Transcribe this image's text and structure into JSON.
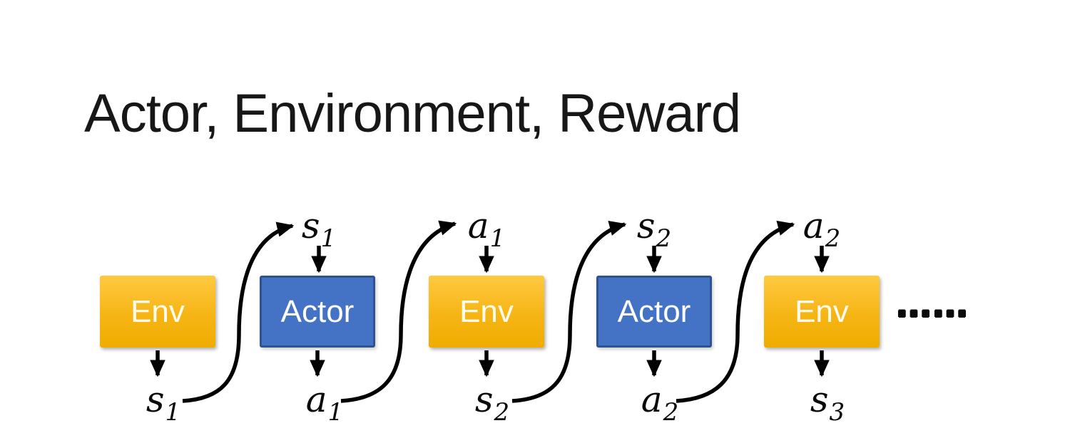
{
  "title": "Actor, Environment, Reward",
  "diagram": {
    "boxes": [
      {
        "id": "env-1",
        "label": "Env",
        "type": "env"
      },
      {
        "id": "actor-1",
        "label": "Actor",
        "type": "actor"
      },
      {
        "id": "env-2",
        "label": "Env",
        "type": "env"
      },
      {
        "id": "actor-2",
        "label": "Actor",
        "type": "actor"
      },
      {
        "id": "env-3",
        "label": "Env",
        "type": "env"
      }
    ],
    "top_labels": [
      {
        "base": "s",
        "sub": "1"
      },
      {
        "base": "a",
        "sub": "1"
      },
      {
        "base": "s",
        "sub": "2"
      },
      {
        "base": "a",
        "sub": "2"
      }
    ],
    "bottom_labels": [
      {
        "base": "s",
        "sub": "1"
      },
      {
        "base": "a",
        "sub": "1"
      },
      {
        "base": "s",
        "sub": "2"
      },
      {
        "base": "a",
        "sub": "2"
      },
      {
        "base": "s",
        "sub": "3"
      }
    ],
    "ellipsis": "……",
    "colors": {
      "env_gradient_top": "#FFC941",
      "env_gradient_bottom": "#EFAC00",
      "env_text": "#FFFCEE",
      "actor_fill": "#4472C4",
      "actor_border": "#2E538E",
      "actor_text": "#FFFFFF",
      "arrow": "#000000",
      "title_text": "#171717"
    }
  }
}
